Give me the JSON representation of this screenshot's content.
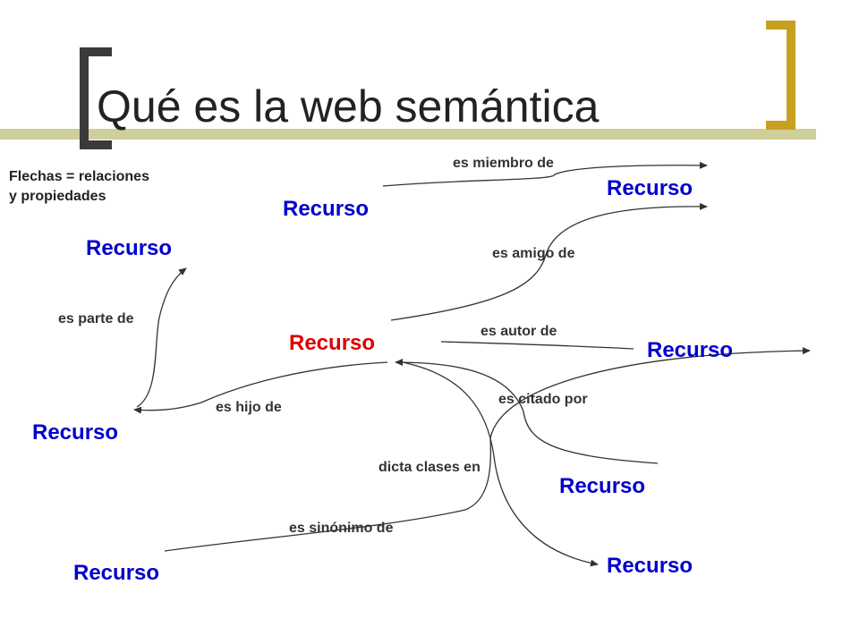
{
  "slide": {
    "title": "Qué es la web semántica",
    "note_line1": "Flechas = relaciones",
    "note_line2": "y propiedades"
  },
  "colors": {
    "accent_bar": "#cfcf9a",
    "left_bracket": "#3a3a3a",
    "right_bracket": "#c8a020",
    "node_blue": "#0000cc",
    "node_red": "#dd0000",
    "edge": "#333333"
  },
  "nodes": {
    "top_center": "Recurso",
    "top_right": "Recurso",
    "upper_left": "Recurso",
    "central": "Recurso",
    "mid_right": "Recurso",
    "left": "Recurso",
    "lower_right": "Recurso",
    "bottom_right": "Recurso",
    "bottom_left": "Recurso"
  },
  "relations": {
    "member_of": "es miembro de",
    "friend_of": "es amigo de",
    "author_of": "es autor de",
    "part_of": "es parte de",
    "child_of": "es hijo de",
    "cited_by": "es citado por",
    "dictates_classes": "dicta clases en",
    "synonym_of": "es sinónimo de"
  }
}
